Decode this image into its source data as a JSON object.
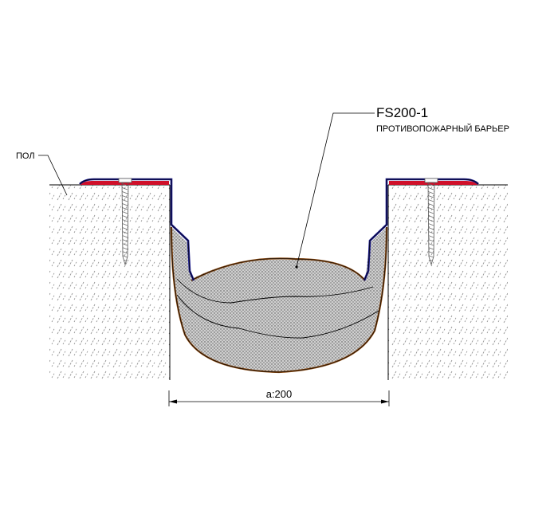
{
  "product": {
    "code": "FS200-1",
    "description": "ПРОТИВОПОЖАРНЫЙ БАРЬЕР"
  },
  "floor_label": "ПОЛ",
  "dimension_label": "a:200",
  "colors": {
    "profile_outline": "#1a1a8c",
    "sealant_strip": "#d0102a",
    "barrier_outline": "#8b4a12",
    "hatch": "#8a8a8a",
    "line": "#000000"
  }
}
